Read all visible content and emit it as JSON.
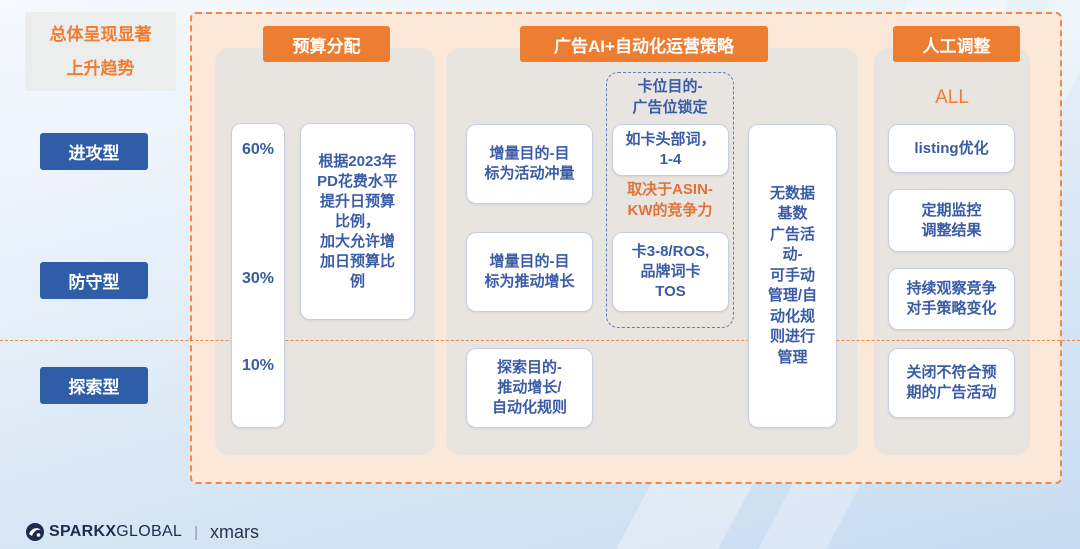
{
  "summary": {
    "text": "总体呈现显著\n上升趋势"
  },
  "strategy_types": [
    {
      "label": "进攻型"
    },
    {
      "label": "防守型"
    },
    {
      "label": "探索型"
    }
  ],
  "budget_allocation": {
    "header": "预算分配",
    "percentages": [
      "60%",
      "30%",
      "10%"
    ],
    "note": "根据2023年\nPD花费水平\n提升日预算\n比例，\n加大允许增\n加日预算比\n例"
  },
  "ad_ai_automation": {
    "header": "广告AI+自动化运营策略",
    "increment_boost": "增量目的-目\n标为活动冲量",
    "increment_growth": "增量目的-目\n标为推动增长",
    "exploration": "探索目的-\n推动增长/\n自动化规则",
    "positioning_group": {
      "title": "卡位目的-\n广告位锁定",
      "top_keywords": "如卡头部词，\n1-4",
      "dependency_note": "取决于ASIN-\nKW的竞争力",
      "mid_positions": "卡3-8/ROS,\n品牌词卡\nTOS"
    },
    "no_data_campaigns": "无数据\n基数\n广告活\n动-\n可手动\n管理/自\n动化规\n则进行\n管理"
  },
  "manual_adjustment": {
    "header": "人工调整",
    "scope": "ALL",
    "actions": [
      "listing优化",
      "定期监控\n调整结果",
      "持续观察竞争\n对手策略变化",
      "关闭不符合预\n期的广告活动"
    ]
  },
  "footer": {
    "logo_icon": "sparkx-logo-icon",
    "brand_bold": "SPARKX",
    "brand_light": "GLOBAL",
    "separator": "|",
    "partner": "xmars"
  },
  "colors": {
    "accent_orange": "#ED7D31",
    "type_blue": "#2F5DA8",
    "text_blue": "#3A5BA6",
    "panel_grey": "#E8E4E0",
    "frame_fill": "#FBE8D8",
    "frame_border": "#EC8A4A",
    "group_border": "#5B7BC0",
    "brand_navy": "#1F2B4D"
  }
}
